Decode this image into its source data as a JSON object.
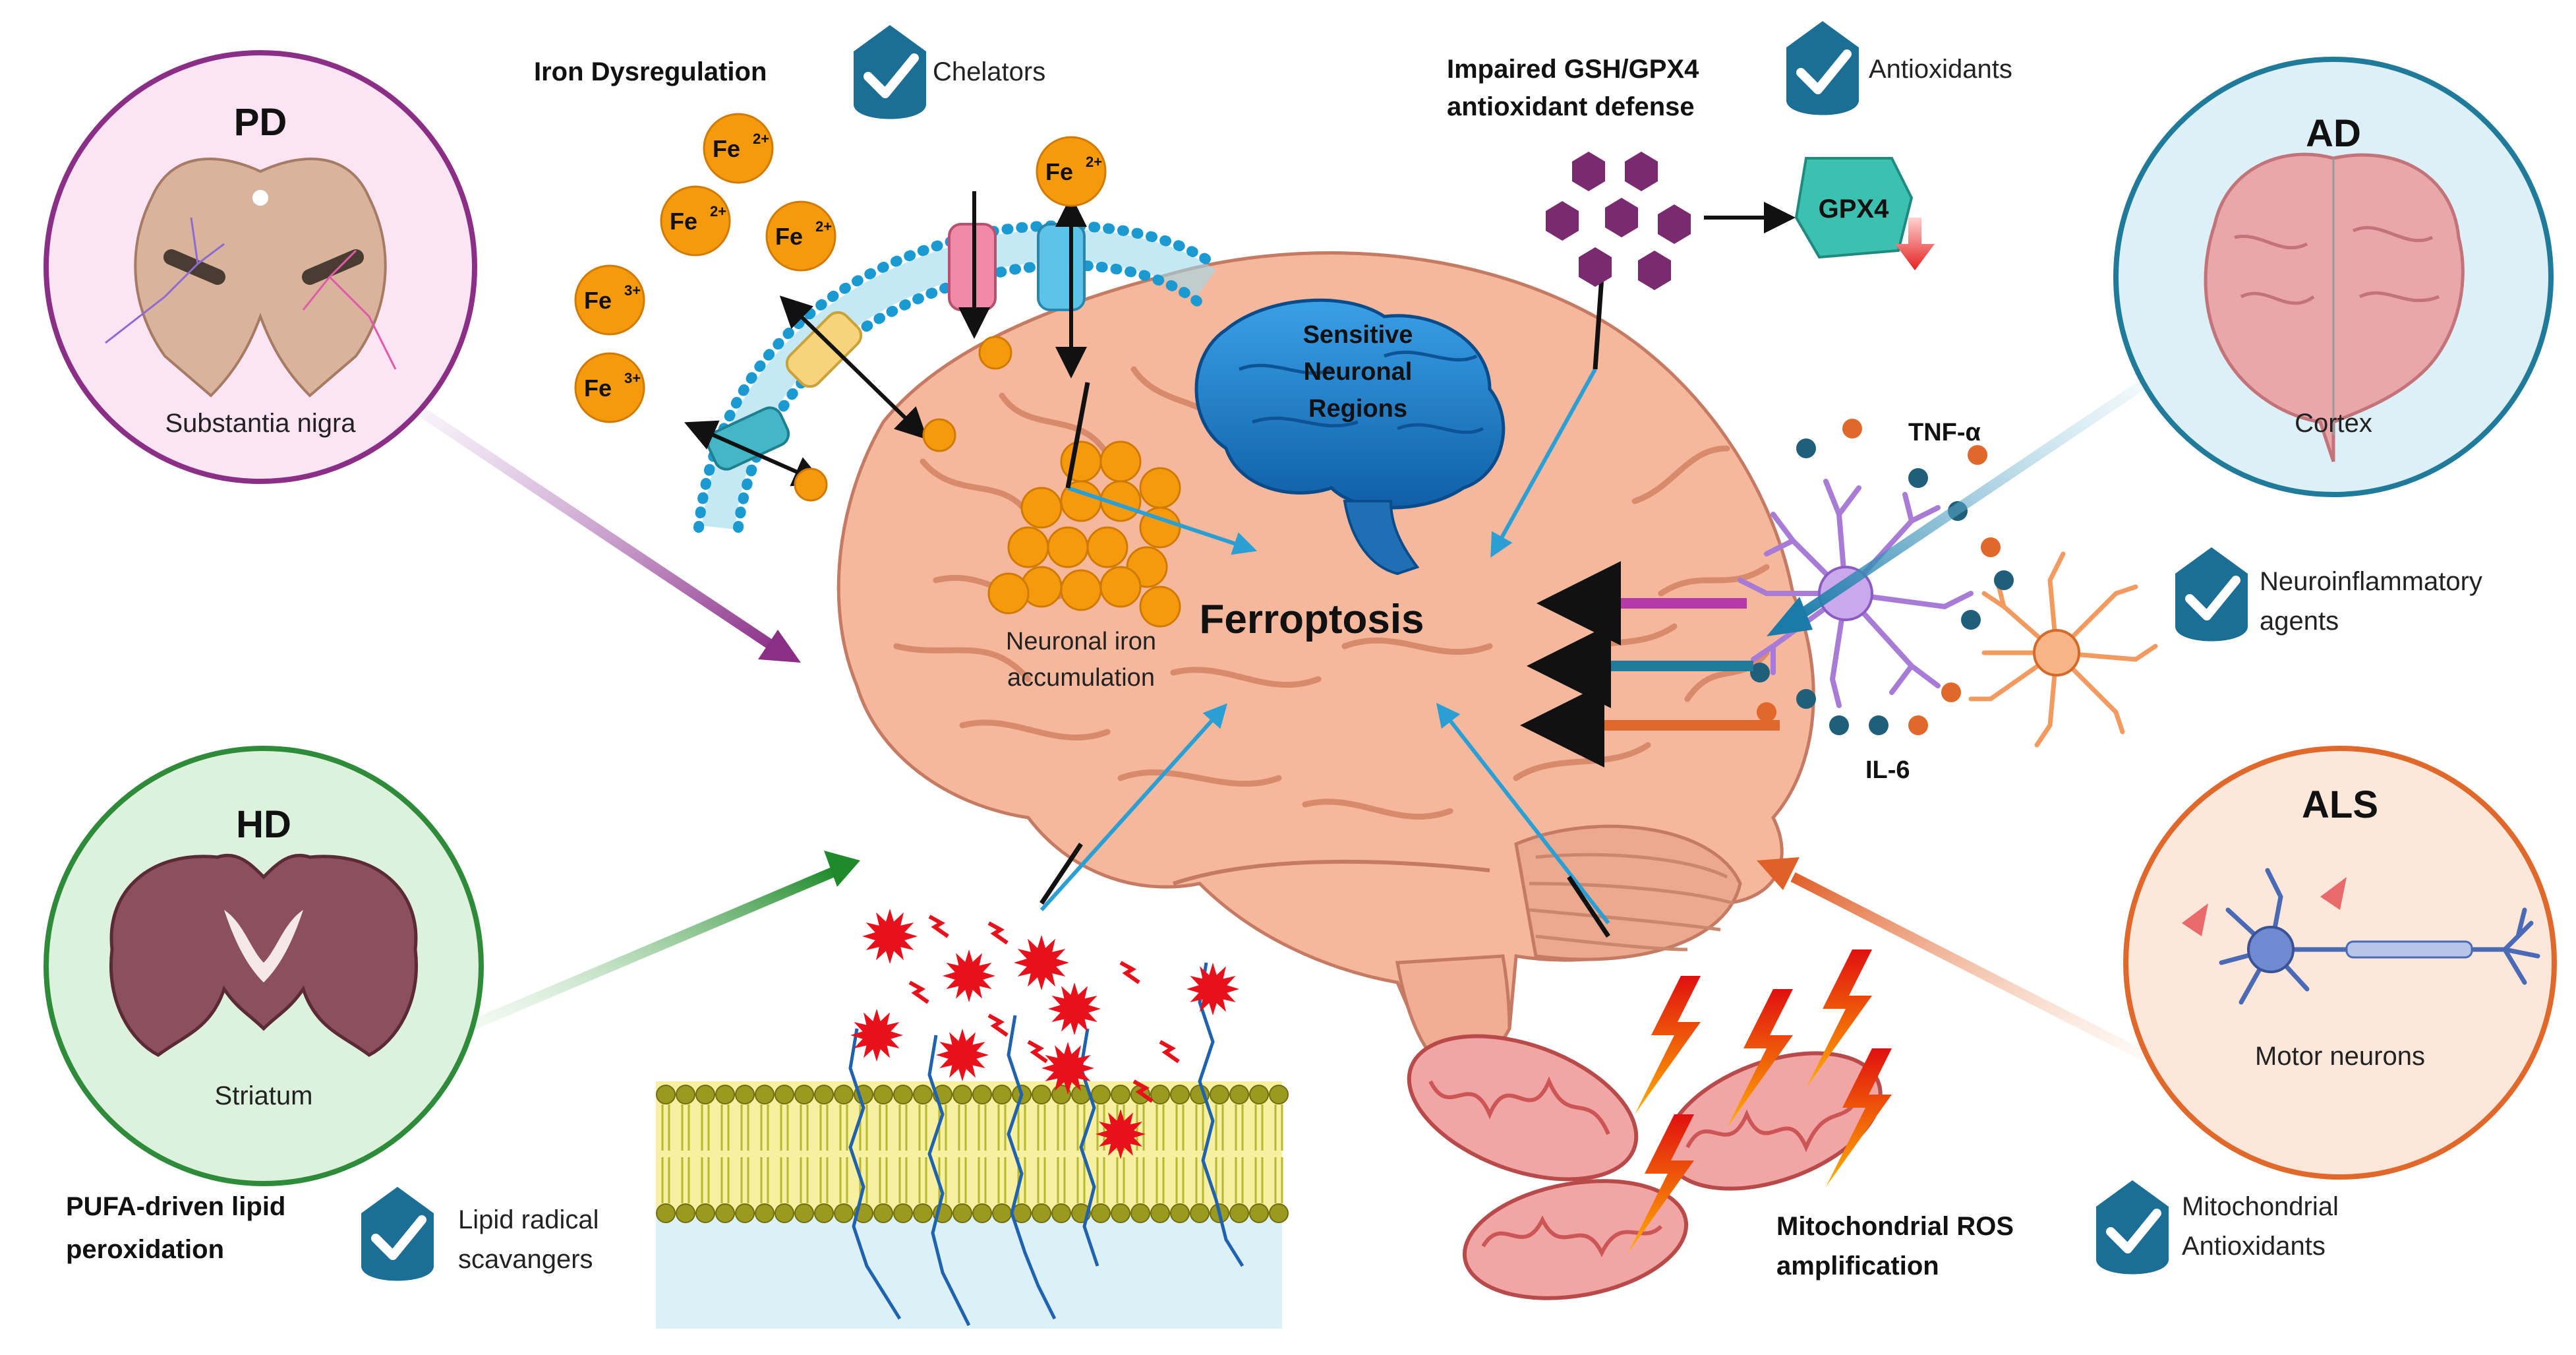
{
  "center": {
    "main": "Ferroptosis",
    "sensitive_regions": [
      "Sensitive",
      "Neuronal",
      "Regions"
    ],
    "iron_accumulation": [
      "Neuronal iron",
      "accumulation"
    ]
  },
  "diseases": {
    "pd": {
      "abbr": "PD",
      "region": "Substantia nigra",
      "color": "#8b2f86"
    },
    "hd": {
      "abbr": "HD",
      "region": "Striatum",
      "color": "#2e8b3a"
    },
    "ad": {
      "abbr": "AD",
      "region": "Cortex",
      "color": "#1f7b99"
    },
    "als": {
      "abbr": "ALS",
      "region": "Motor neurons",
      "color": "#e0682a"
    }
  },
  "mechanisms": {
    "iron": {
      "title": "Iron Dysregulation",
      "therapy": "Chelators"
    },
    "gsh": {
      "title": [
        "Impaired GSH/GPX4",
        "antioxidant defense"
      ],
      "therapy": "Antioxidants",
      "enzyme": "GPX4"
    },
    "inflammation": {
      "cytokine_top": "TNF-α",
      "cytokine_bottom": "IL-6",
      "therapy": [
        "Neuroinflammatory",
        "agents"
      ]
    },
    "lipid": {
      "title": [
        "PUFA-driven lipid",
        "peroxidation"
      ],
      "therapy": [
        "Lipid radical",
        "scavangers"
      ]
    },
    "mito": {
      "title": [
        "Mitochondrial ROS",
        "amplification"
      ],
      "therapy": [
        "Mitochondrial",
        "Antioxidants"
      ]
    }
  },
  "ions": {
    "fe2": "Fe",
    "fe2_charge": "2+",
    "fe3": "Fe",
    "fe3_charge": "3+"
  },
  "colors": {
    "check_badge": "#1b6f95",
    "iron": "#f59a0c",
    "brain": "#f6b89c",
    "blue_region": "#1a78c8"
  }
}
